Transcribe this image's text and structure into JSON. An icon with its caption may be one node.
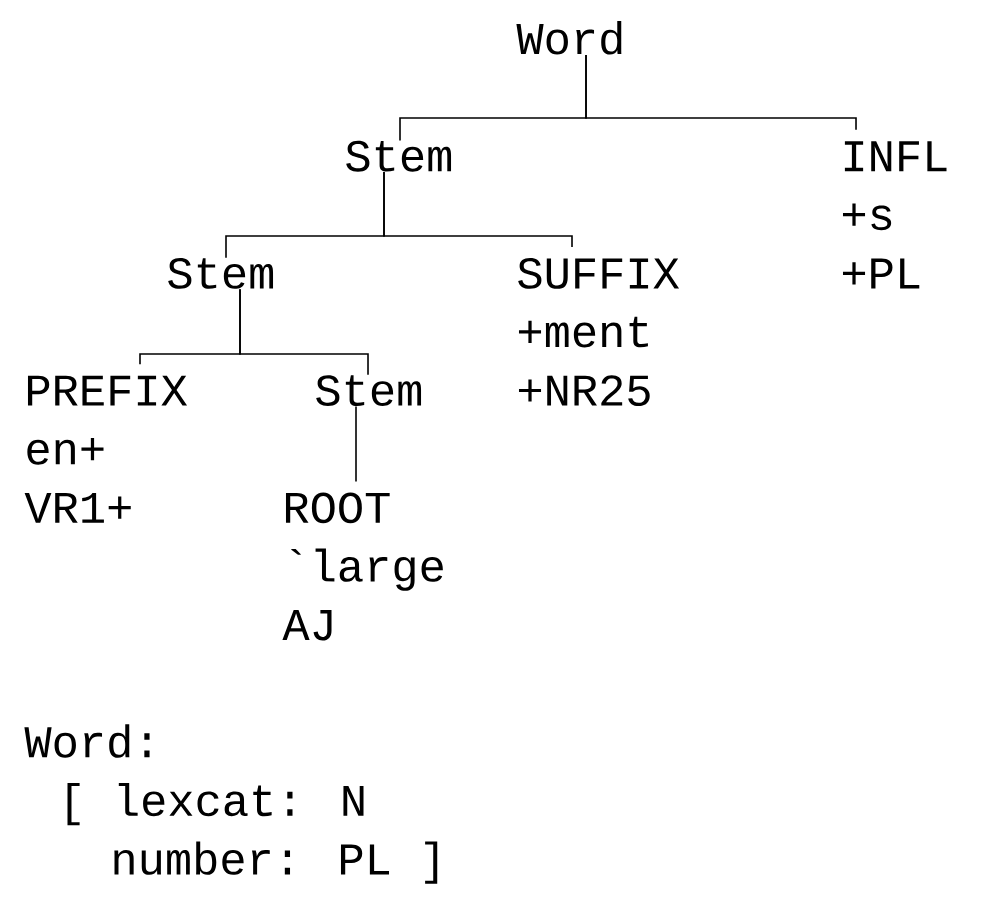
{
  "diagram": {
    "nodes": [
      {
        "text": [
          "Word"
        ]
      },
      {
        "text": [
          "Stem"
        ]
      },
      {
        "text": [
          "INFL",
          "+s",
          "+PL"
        ]
      },
      {
        "text": [
          "Stem"
        ]
      },
      {
        "text": [
          "SUFFIX",
          "+ment",
          "+NR25"
        ]
      },
      {
        "text": [
          "PREFIX",
          "en+",
          "VR1+"
        ]
      },
      {
        "text": [
          "Stem"
        ]
      },
      {
        "text": [
          "ROOT",
          "`large",
          "AJ"
        ]
      }
    ],
    "edges": [
      {
        "from": 0,
        "to": 1,
        "arrow": "none"
      },
      {
        "from": 0,
        "to": 2,
        "arrow": "none"
      },
      {
        "from": 1,
        "to": 3,
        "arrow": "none"
      },
      {
        "from": 1,
        "to": 4,
        "arrow": "none"
      },
      {
        "from": 3,
        "to": 5,
        "arrow": "none"
      },
      {
        "from": 3,
        "to": 6,
        "arrow": "none"
      },
      {
        "from": 6,
        "to": 7,
        "arrow": "none"
      }
    ],
    "labels": [
      "Word:",
      "[ lexcat: N",
      "number: PL ]"
    ]
  }
}
